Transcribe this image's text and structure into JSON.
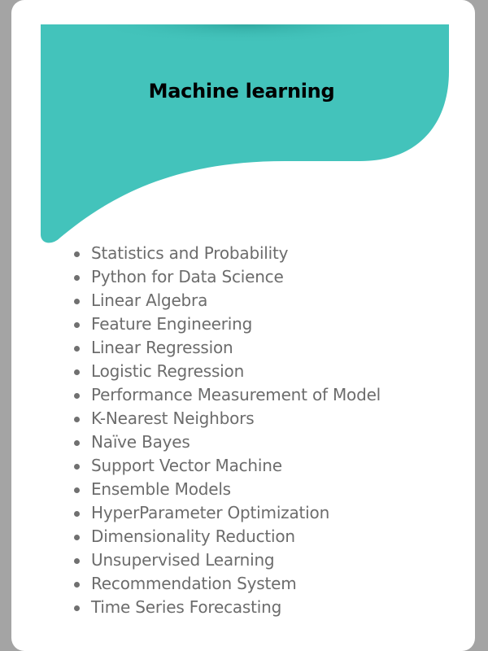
{
  "colors": {
    "page_background": "#a4a4a4",
    "card_background": "#ffffff",
    "banner_teal": "#43c3bb",
    "banner_shadow": "#2ea69e",
    "title_text": "#000000",
    "list_text": "#6c6c6c"
  },
  "banner": {
    "title": "Machine learning"
  },
  "topics": [
    {
      "label": "Statistics and Probability"
    },
    {
      "label": "Python for Data Science"
    },
    {
      "label": "Linear Algebra"
    },
    {
      "label": "Feature Engineering"
    },
    {
      "label": "Linear Regression"
    },
    {
      "label": "Logistic Regression"
    },
    {
      "label": "Performance Measurement of Model"
    },
    {
      "label": "K-Nearest Neighbors"
    },
    {
      "label": "Naïve Bayes"
    },
    {
      "label": "Support Vector Machine"
    },
    {
      "label": "Ensemble Models"
    },
    {
      "label": "HyperParameter Optimization"
    },
    {
      "label": "Dimensionality Reduction"
    },
    {
      "label": "Unsupervised Learning"
    },
    {
      "label": "Recommendation System"
    },
    {
      "label": "Time Series Forecasting"
    }
  ]
}
